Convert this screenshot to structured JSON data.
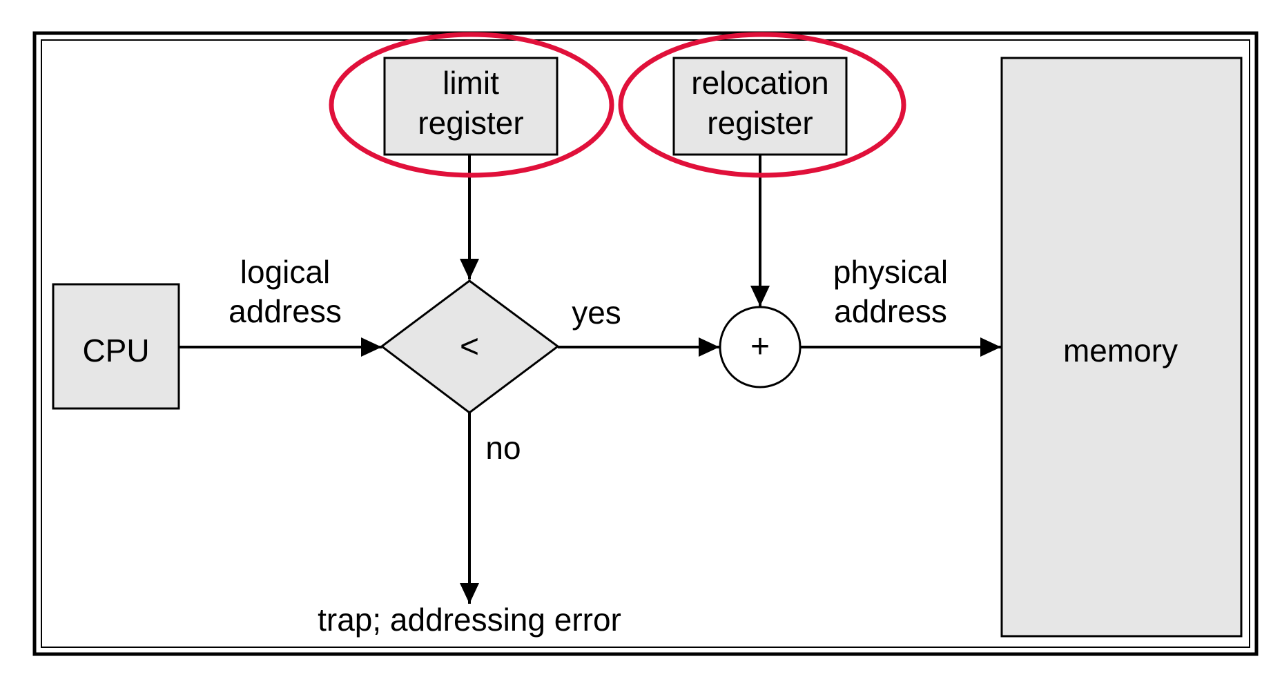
{
  "colors": {
    "box_fill": "#e6e6e6",
    "stroke": "#000000",
    "highlight": "#e0103a",
    "background": "#ffffff"
  },
  "nodes": {
    "limit_register": {
      "line1": "limit",
      "line2": "register"
    },
    "relocation_register": {
      "line1": "relocation",
      "line2": "register"
    },
    "cpu": {
      "label": "CPU"
    },
    "compare": {
      "label": "<"
    },
    "adder": {
      "label": "+"
    },
    "memory": {
      "label": "memory"
    }
  },
  "edge_labels": {
    "logical_address": {
      "line1": "logical",
      "line2": "address"
    },
    "physical_address": {
      "line1": "physical",
      "line2": "address"
    },
    "yes": "yes",
    "no": "no",
    "trap": "trap; addressing error"
  },
  "highlights": [
    "limit_register",
    "relocation_register"
  ]
}
